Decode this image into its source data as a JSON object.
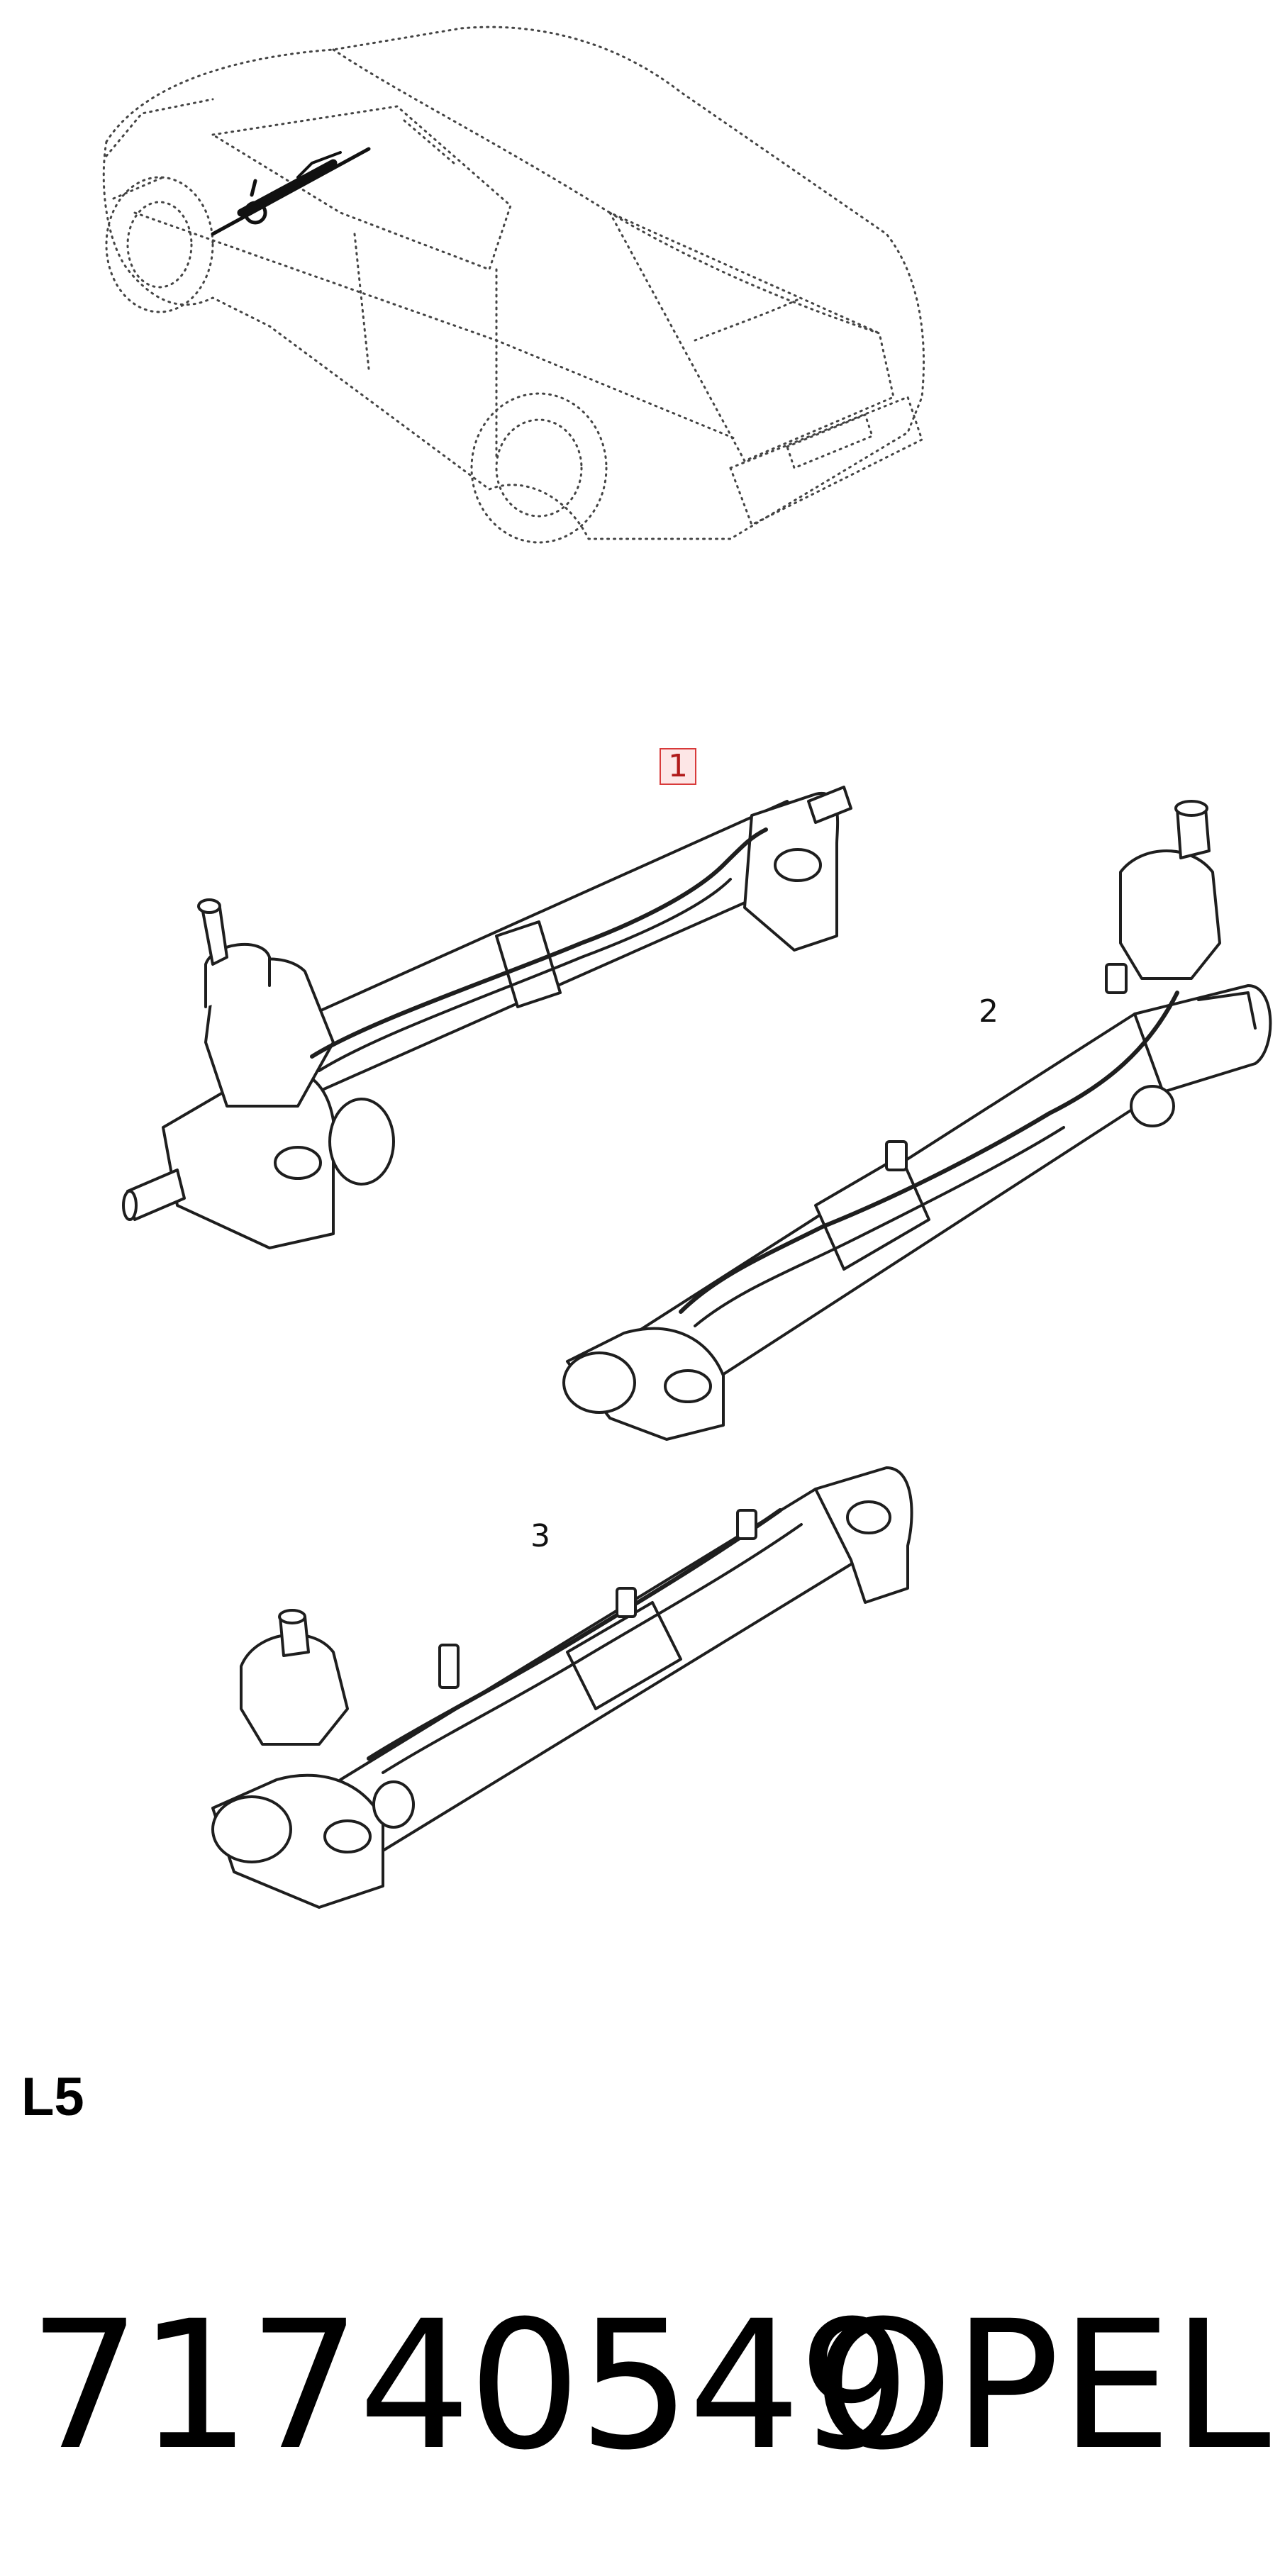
{
  "callouts": {
    "item_1": "1",
    "item_2": "2",
    "item_3": "3"
  },
  "variant_label": "L5",
  "part_number": "71740549",
  "brand": "OPEL",
  "colors": {
    "callout_highlight_border": "#d83a3a",
    "callout_highlight_fill": "#fde6e6",
    "line": "#222222"
  }
}
